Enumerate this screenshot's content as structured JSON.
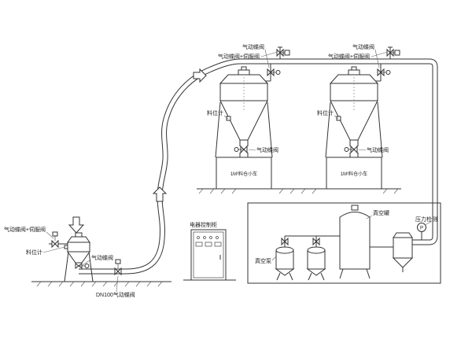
{
  "diagram": {
    "receiver1": {
      "valve_top": "气动蝶阀",
      "valve_servo": "气动蝶阀+伺服阀",
      "level_gauge": "料位计",
      "discharge_valve": "气动蝶阀",
      "stand": "1M³料仓小车"
    },
    "receiver2": {
      "valve_top": "气动蝶阀",
      "valve_servo": "气动蝶阀+伺服阀",
      "level_gauge": "料位计",
      "discharge_valve": "气动蝶阀",
      "stand": "1M³料仓小车"
    },
    "feed_station": {
      "inlet_valve": "气动蝶阀+伺服阀",
      "level_gauge": "料位计",
      "discharge_valve": "气动蝶阀",
      "pipe_valve": "DN100气动蝶阀"
    },
    "control_cabinet": {
      "label": "电器控制柜"
    },
    "vacuum_room": {
      "pump": "真空泵",
      "tank": "真空罐",
      "pressure": "压力检测",
      "gauge": "P"
    }
  },
  "colors": {
    "line": "#333333",
    "background": "#ffffff"
  }
}
